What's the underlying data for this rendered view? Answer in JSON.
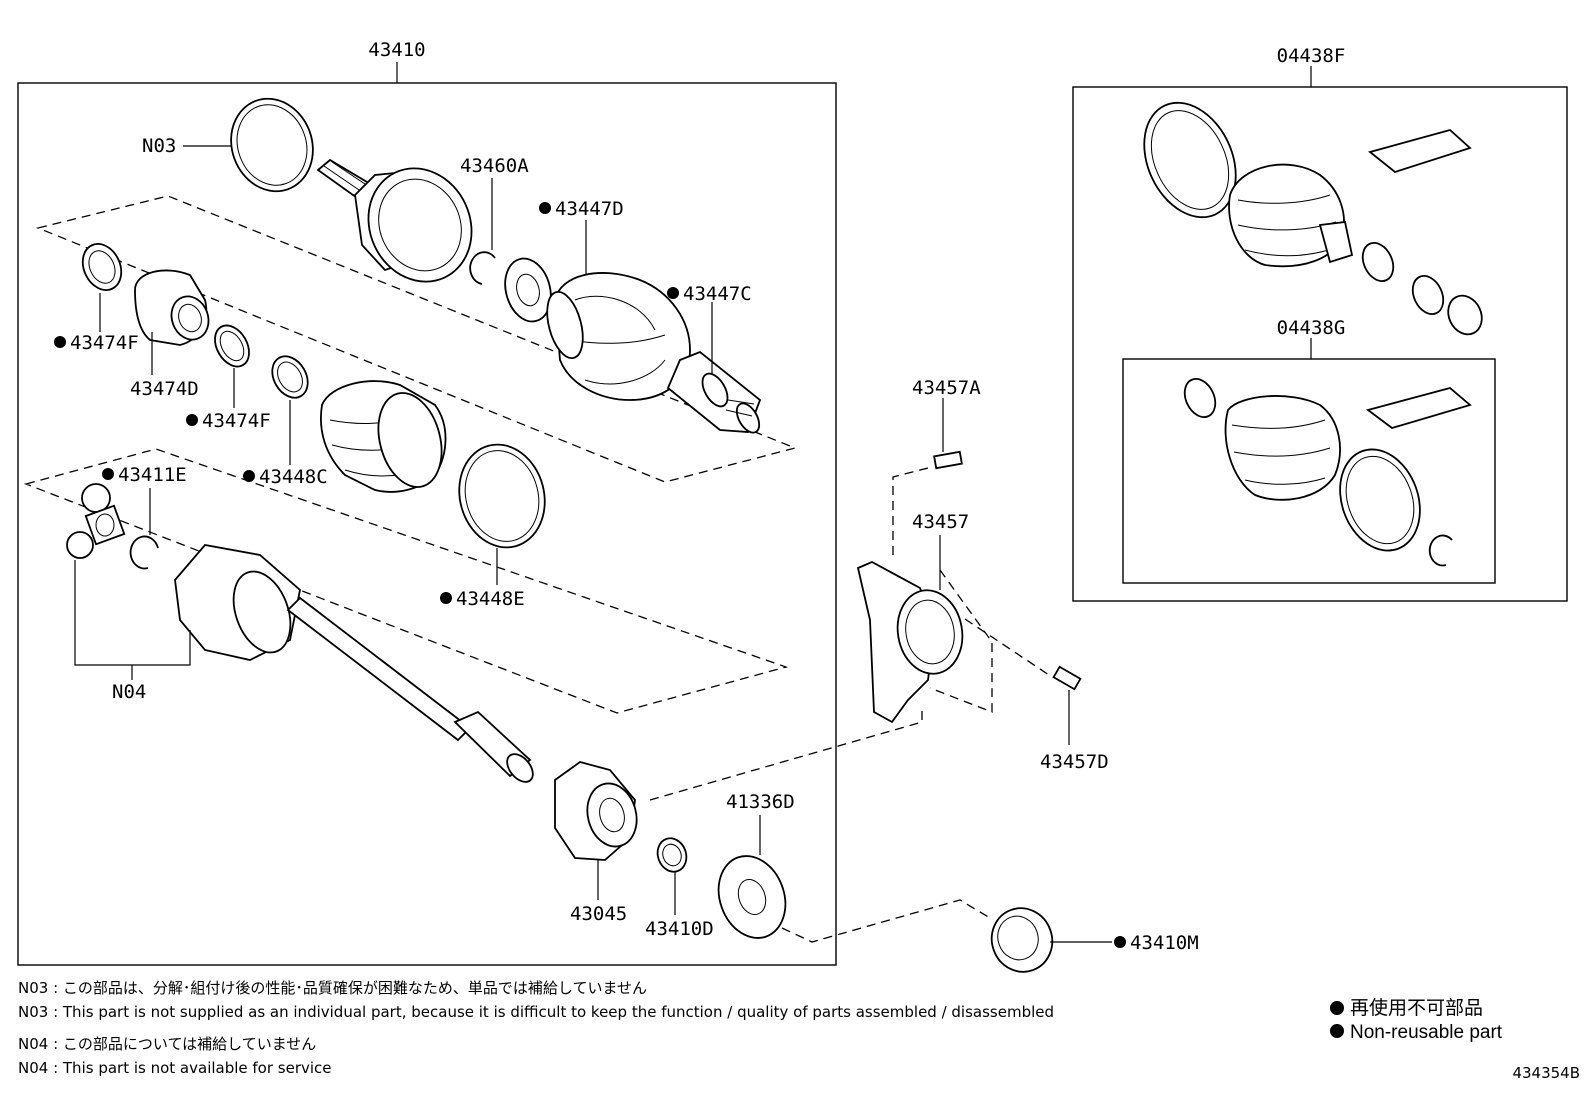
{
  "parts": {
    "p43410": "43410",
    "p04438F": "04438F",
    "p04438G": "04438G",
    "pN03": "N03",
    "pN04": "N04",
    "p43460A": "43460A",
    "p43447D": "43447D",
    "p43447C": "43447C",
    "p43474F_a": "43474F",
    "p43474D": "43474D",
    "p43474F_b": "43474F",
    "p43448C": "43448C",
    "p43411E": "43411E",
    "p43448E": "43448E",
    "p43457A": "43457A",
    "p43457": "43457",
    "p43457D": "43457D",
    "p41336D": "41336D",
    "p43045": "43045",
    "p43410D": "43410D",
    "p43410M": "43410M"
  },
  "notes": {
    "n03_jp": "N03 : この部品は、分解･組付け後の性能･品質確保が困難なため、単品では補給していません",
    "n03_en": "N03 : This part is not supplied as an individual part, because it is difficult to keep the function / quality of parts  assembled / disassembled",
    "n04_jp": "N04 : この部品については補給していません",
    "n04_en": "N04 : This part is not available for service"
  },
  "legend": {
    "jp": "再使用不可部品",
    "en": "Non-reusable part"
  },
  "figure_id": "434354B"
}
